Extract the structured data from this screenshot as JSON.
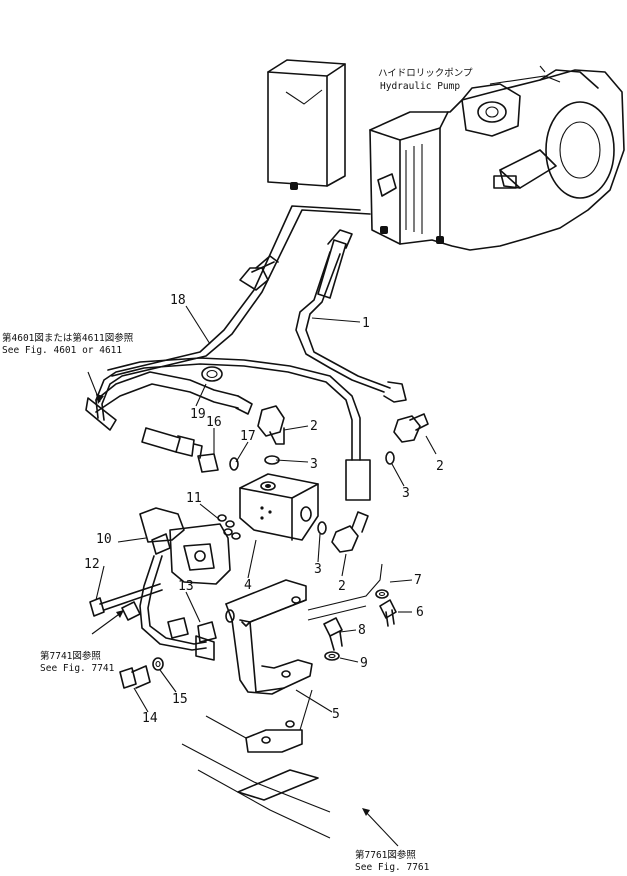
{
  "callouts": {
    "hydraulic_pump": {
      "jp": "ハイドロリックポンプ",
      "en": "Hydraulic  Pump"
    },
    "ref_4601": {
      "jp": "第4601図または第4611図参照",
      "en": "See  Fig. 4601  or  4611"
    },
    "ref_7741": {
      "jp": "第7741図参照",
      "en": "See  Fig. 7741"
    },
    "ref_7761": {
      "jp": "第7761図参照",
      "en": "See  Fig. 7761"
    }
  },
  "parts": [
    {
      "id": "p1",
      "num": "1"
    },
    {
      "id": "p2a",
      "num": "2"
    },
    {
      "id": "p2b",
      "num": "2"
    },
    {
      "id": "p2c",
      "num": "2"
    },
    {
      "id": "p3a",
      "num": "3"
    },
    {
      "id": "p3b",
      "num": "3"
    },
    {
      "id": "p3c",
      "num": "3"
    },
    {
      "id": "p4",
      "num": "4"
    },
    {
      "id": "p5",
      "num": "5"
    },
    {
      "id": "p6",
      "num": "6"
    },
    {
      "id": "p7",
      "num": "7"
    },
    {
      "id": "p8",
      "num": "8"
    },
    {
      "id": "p9",
      "num": "9"
    },
    {
      "id": "p10",
      "num": "10"
    },
    {
      "id": "p11",
      "num": "11"
    },
    {
      "id": "p12",
      "num": "12"
    },
    {
      "id": "p13",
      "num": "13"
    },
    {
      "id": "p14",
      "num": "14"
    },
    {
      "id": "p15",
      "num": "15"
    },
    {
      "id": "p16",
      "num": "16"
    },
    {
      "id": "p17",
      "num": "17"
    },
    {
      "id": "p18",
      "num": "18"
    },
    {
      "id": "p19",
      "num": "19"
    }
  ]
}
